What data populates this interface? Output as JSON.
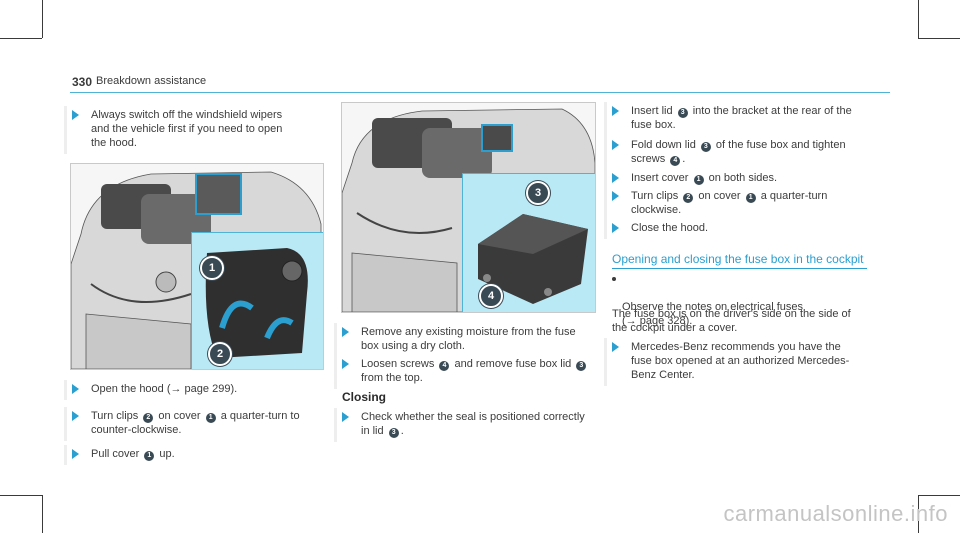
{
  "header": {
    "page_number": "330",
    "section_title": "Breakdown assistance"
  },
  "left_column": {
    "intro_step": "Always switch off the windshield wipers\nand the vehicle first if you need to open\nthe hood.",
    "steps": [
      {
        "parts": [
          "Open the hood (→ page 299)."
        ]
      },
      {
        "parts": [
          "Turn clips ",
          "2",
          " on cover ",
          "1",
          " a quarter-turn to\ncounter-clockwise."
        ]
      },
      {
        "parts": [
          "Pull cover ",
          "1",
          " up."
        ]
      }
    ],
    "figure_callouts": [
      "1",
      "2"
    ]
  },
  "middle_column": {
    "figure_callouts": [
      "3",
      "4"
    ],
    "steps": [
      {
        "parts": [
          "Remove any existing moisture from the fuse\nbox using a dry cloth."
        ]
      },
      {
        "parts": [
          "Loosen screws ",
          "4",
          " and remove fuse box lid ",
          "3",
          "\nfrom the top."
        ]
      }
    ],
    "closing_heading": "Closing",
    "closing_steps": [
      {
        "parts": [
          "Check whether the seal is positioned correctly\nin lid ",
          "3",
          "."
        ]
      }
    ]
  },
  "right_column": {
    "steps": [
      {
        "parts": [
          "Insert lid ",
          "3",
          " into the bracket at the rear of the\nfuse box."
        ]
      },
      {
        "parts": [
          "Fold down lid ",
          "3",
          " of the fuse box and tighten\nscrews ",
          "4",
          "."
        ]
      },
      {
        "parts": [
          "Insert cover ",
          "1",
          " on both sides."
        ]
      },
      {
        "parts": [
          "Turn clips ",
          "2",
          " on cover ",
          "1",
          " a quarter-turn\nclockwise."
        ]
      },
      {
        "parts": [
          "Close the hood."
        ]
      }
    ],
    "section_heading": "Opening and closing the fuse box in the cockpit",
    "bullet": "Observe the notes on electrical fuses\n(→ page 328).",
    "paragraph": "The fuse box is on the driver's side on the side of\nthe cockpit under a cover.",
    "final_step": {
      "parts": [
        "Mercedes-Benz recommends you have the\nfuse box opened at an authorized Mercedes-\nBenz Center."
      ]
    }
  },
  "watermark": "carmanualsonline.info",
  "colors": {
    "accent": "#2a9fd0",
    "inset_fill": "#b9e9f5",
    "badge": "#3a4a55"
  }
}
